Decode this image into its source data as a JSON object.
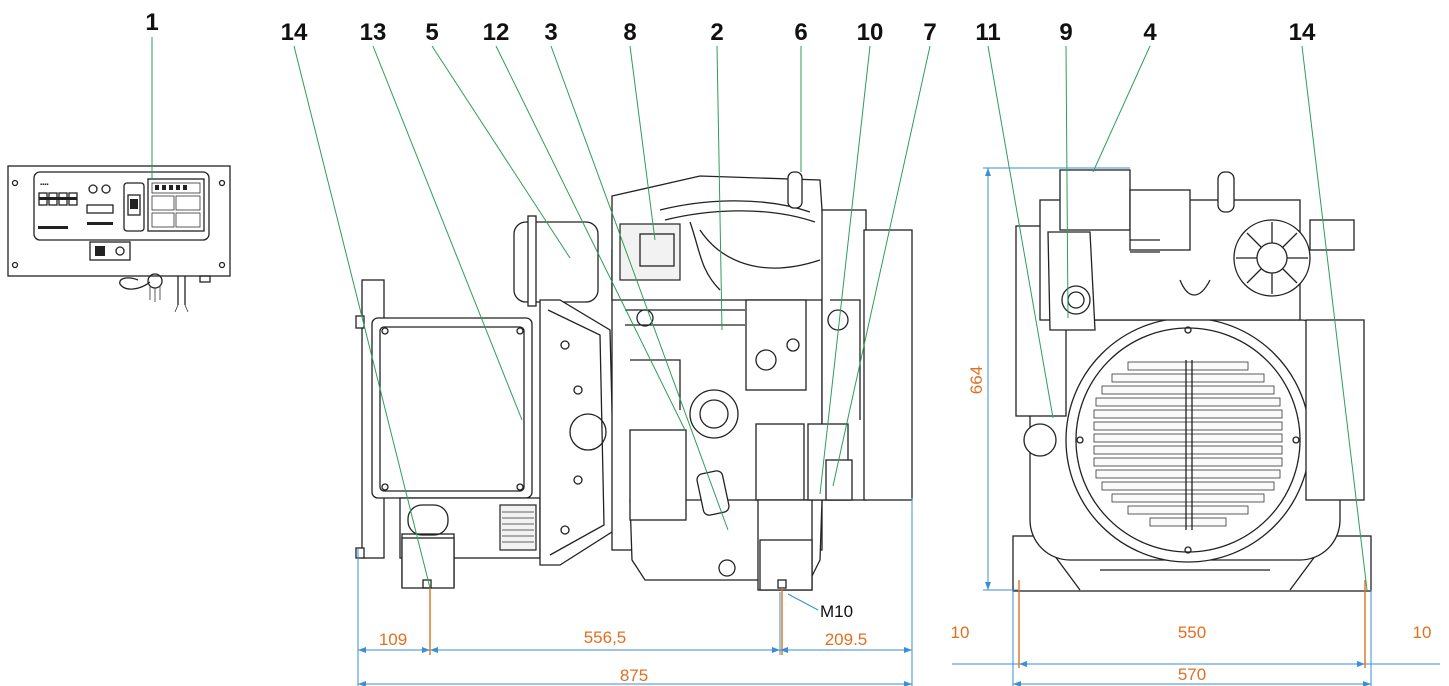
{
  "callouts": {
    "c1": "1",
    "c14a": "14",
    "c13": "13",
    "c5": "5",
    "c12": "12",
    "c3": "3",
    "c8": "8",
    "c2": "2",
    "c6": "6",
    "c10": "10",
    "c7": "7",
    "c11": "11",
    "c9": "9",
    "c4": "4",
    "c14b": "14"
  },
  "dimensions": {
    "side_109": "109",
    "side_5565": "556,5",
    "side_2095": "209.5",
    "side_875": "875",
    "thread_m10": "M10",
    "height_664": "664",
    "front_10_left": "10",
    "front_550": "550",
    "front_10_right": "10",
    "front_570": "570"
  },
  "colors": {
    "leader": "#2e9e57",
    "dimension": "#e07020",
    "dimension_blue": "#3b8fd6",
    "drawing": "#222222",
    "callout_text": "#111111",
    "m10_text": "#111111"
  }
}
